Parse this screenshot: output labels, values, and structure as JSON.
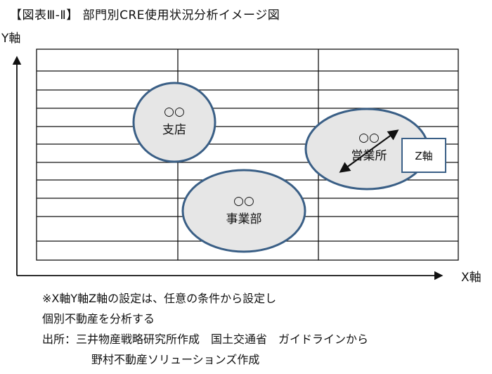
{
  "title": "【図表Ⅲ-Ⅱ】 部門別CRE使用状況分析イメージ図",
  "axes": {
    "y_label": "Y軸",
    "x_label": "X軸",
    "z_label": "Z軸"
  },
  "ellipses": {
    "branch": {
      "name": "○○",
      "type": "支店"
    },
    "division": {
      "name": "○○",
      "type": "事業部"
    },
    "sales_office": {
      "name": "○○",
      "type": "営業所"
    }
  },
  "colors": {
    "ellipse_fill": "#e6e6e6",
    "ellipse_stroke": "#3a5f86",
    "grid": "#111111"
  },
  "notes": [
    "※X軸Y軸Z軸の設定は、任意の条件から設定し",
    "個別不動産を分析する",
    "出所：三井物産戦略研究所作成　国土交通省　ガイドラインから",
    "野村不動産ソリューションズ作成"
  ]
}
